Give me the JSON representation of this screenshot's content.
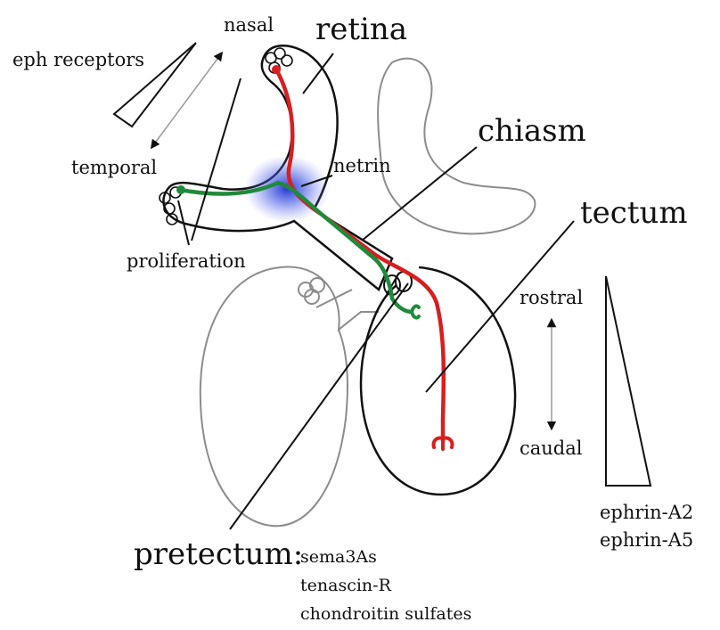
{
  "labels": {
    "retina": "retina",
    "chiasm": "chiasm",
    "tectum": "tectum",
    "nasal": "nasal",
    "temporal": "temporal",
    "eph_receptors": "eph receptors",
    "netrin": "netrin",
    "proliferation": "proliferation",
    "rostral": "rostral",
    "caudal": "caudal",
    "ephrin_a2": "ephrin-A2",
    "ephrin_a5": "ephrin-A5",
    "pretectum": "pretectum:",
    "sema3as": "sema3As",
    "tenascin_r": "tenascin-R",
    "chondroitin_sulfates": "chondroitin sulfates"
  },
  "colors": {
    "red_axon": "#d81e1e",
    "green_axon": "#1f8a3a",
    "netrin_glow": "#2233cc",
    "outline": "#111111",
    "contralateral_outline": "#888888"
  }
}
